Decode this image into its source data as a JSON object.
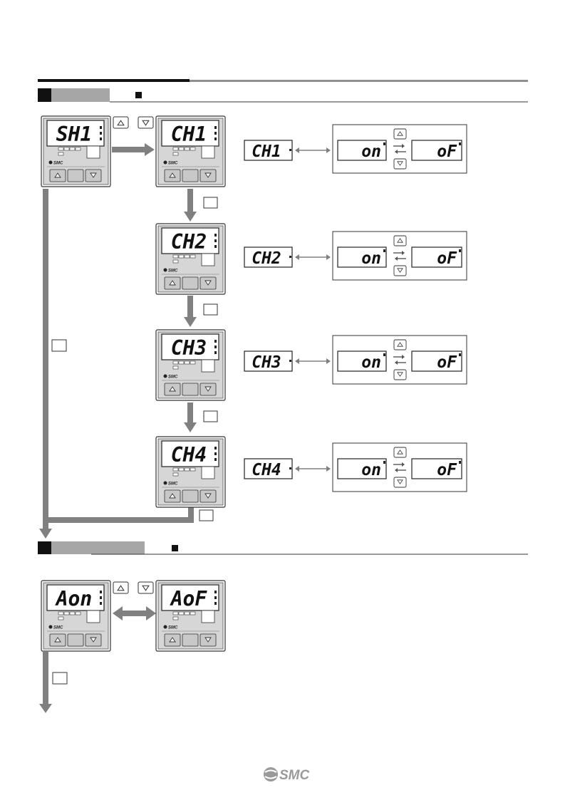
{
  "brand": {
    "logo_text": "SMC"
  },
  "sections": [
    {
      "id": "channel-setting",
      "title": ""
    },
    {
      "id": "alarm-setting",
      "title": ""
    }
  ],
  "buttons": {
    "up_symbol": "▲",
    "down_symbol": "▼"
  },
  "main_displays": [
    {
      "id": "sh1",
      "text": "SH1"
    },
    {
      "id": "ch1",
      "text": "CH1"
    },
    {
      "id": "ch2",
      "text": "CH2"
    },
    {
      "id": "ch3",
      "text": "CH3"
    },
    {
      "id": "ch4",
      "text": "CH4"
    },
    {
      "id": "aon",
      "text": "Aon"
    },
    {
      "id": "aof",
      "text": "AoF"
    }
  ],
  "channel_options": [
    {
      "channel": "CH1",
      "on": "on",
      "off": "oF"
    },
    {
      "channel": "CH2",
      "on": "on",
      "off": "oF"
    },
    {
      "channel": "CH3",
      "on": "on",
      "off": "oF"
    },
    {
      "channel": "CH4",
      "on": "on",
      "off": "oF"
    }
  ],
  "colors": {
    "arrow": "#808080",
    "rule_dark": "#111111",
    "rule_light": "#909090",
    "panel_bg": "#d9d9d9",
    "button_bg": "#c8c8c8"
  }
}
